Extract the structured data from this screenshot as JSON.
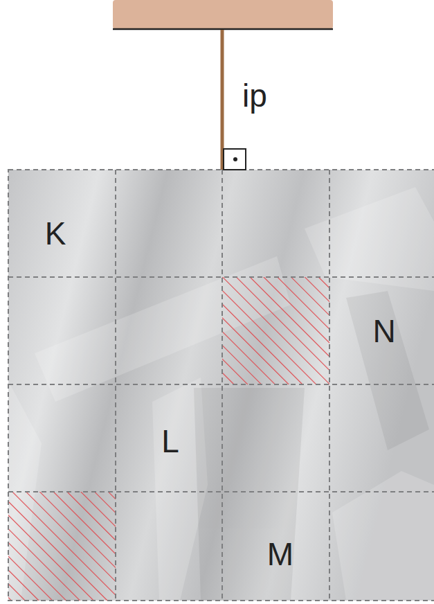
{
  "diagram": {
    "labels": [
      "ip",
      "K",
      "N",
      "L",
      "M"
    ]
  }
}
